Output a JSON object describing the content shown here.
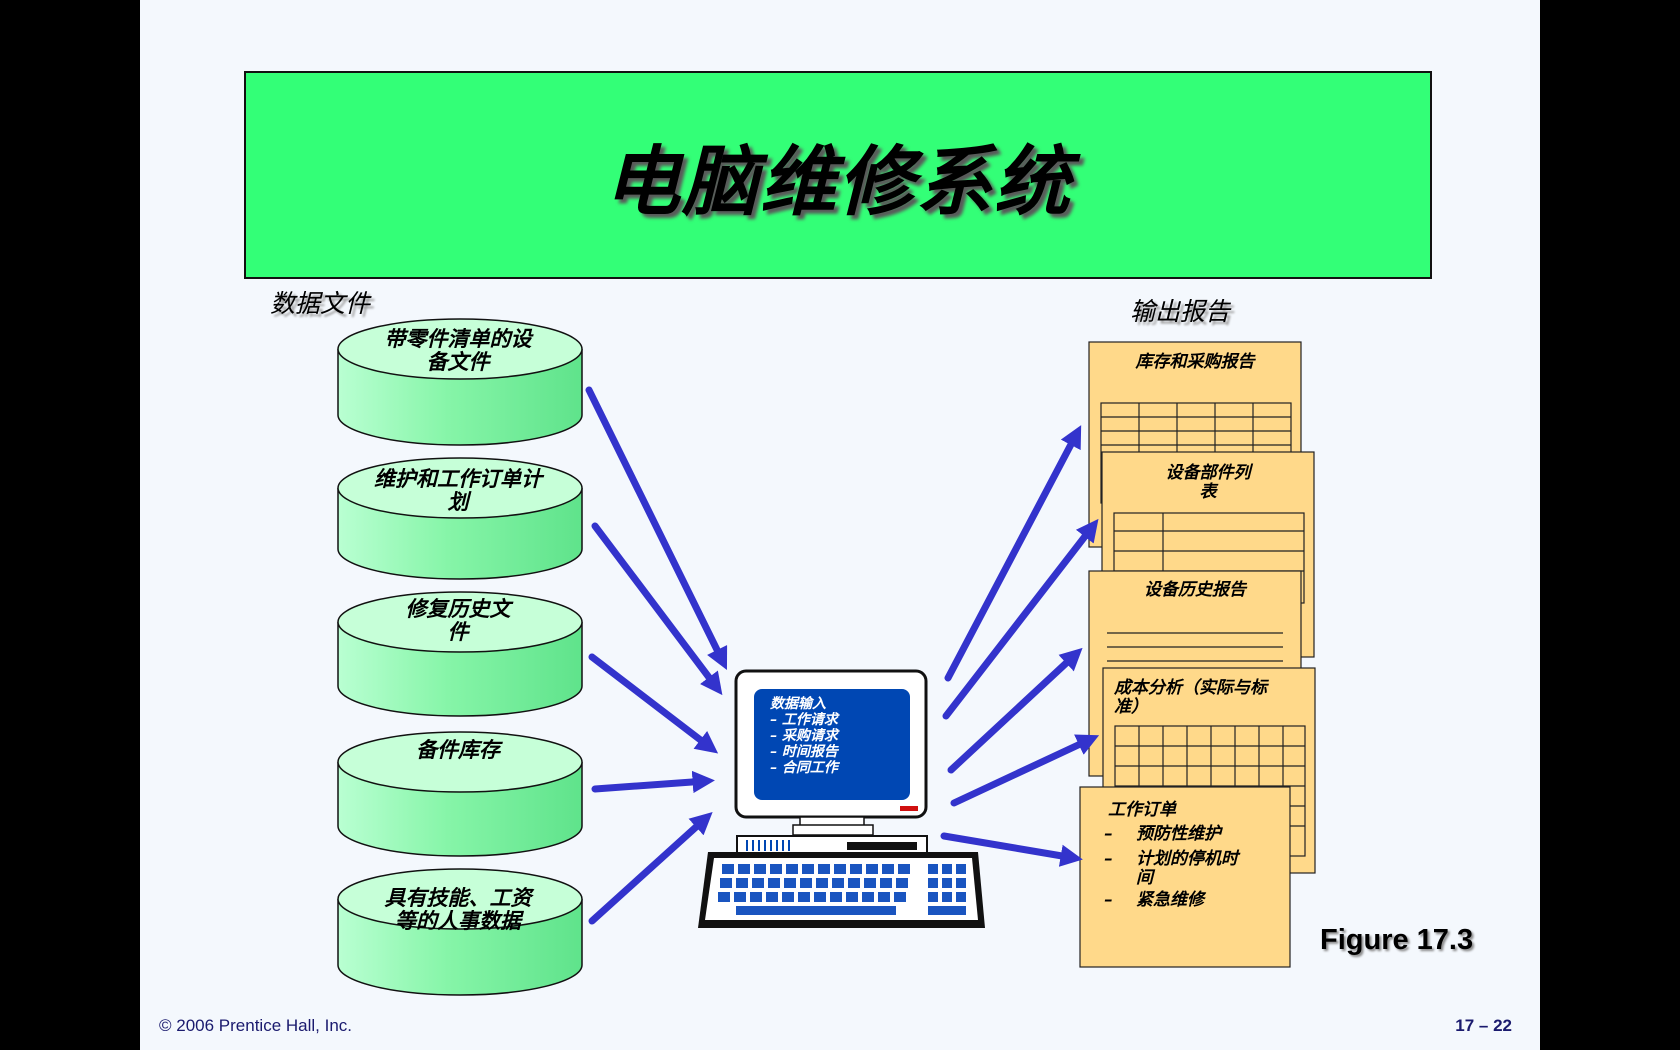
{
  "slide": {
    "title": "电脑维修系统",
    "data_files_heading": "数据文件",
    "output_reports_heading": "输出报告",
    "data_files": [
      {
        "line1": "带零件清单的设",
        "line2": "备文件"
      },
      {
        "line1": "维护和工作订单计",
        "line2": "划"
      },
      {
        "line1": "修复历史文",
        "line2": "件"
      },
      {
        "line1": "备件库存",
        "line2": ""
      },
      {
        "line1": "具有技能、工资",
        "line2": "等的人事数据"
      }
    ],
    "computer_screen": {
      "heading": "数据输入",
      "items": [
        "– 工作请求",
        "– 采购请求",
        "– 时间报告",
        "– 合同工作"
      ]
    },
    "reports": {
      "inventory_purchase": "库存和采购报告",
      "equipment_parts_line1": "设备部件列",
      "equipment_parts_line2": "表",
      "equipment_history": "设备历史报告",
      "cost_analysis_line1": "成本分析（实际与标",
      "cost_analysis_line2": "准）",
      "work_order": {
        "title": "工作订单",
        "items": [
          {
            "dash": "–",
            "line1": "预防性维护",
            "line2": ""
          },
          {
            "dash": "–",
            "line1": "计划的停机时",
            "line2": "间"
          },
          {
            "dash": "–",
            "line1": "紧急维修",
            "line2": ""
          }
        ]
      }
    },
    "figure_label": "Figure 17.3",
    "copyright": "© 2006 Prentice Hall, Inc.",
    "page_number": "17 – 22"
  },
  "colors": {
    "title_bg": "#33ff77",
    "cylinder_fill": "#99ffbb",
    "document_fill": "#ffd98a",
    "arrow": "#3333cc",
    "screen": "#0047b3"
  },
  "icons": [
    "database-cylinder-icon",
    "computer-terminal-icon",
    "report-document-icon",
    "arrow-icon"
  ]
}
